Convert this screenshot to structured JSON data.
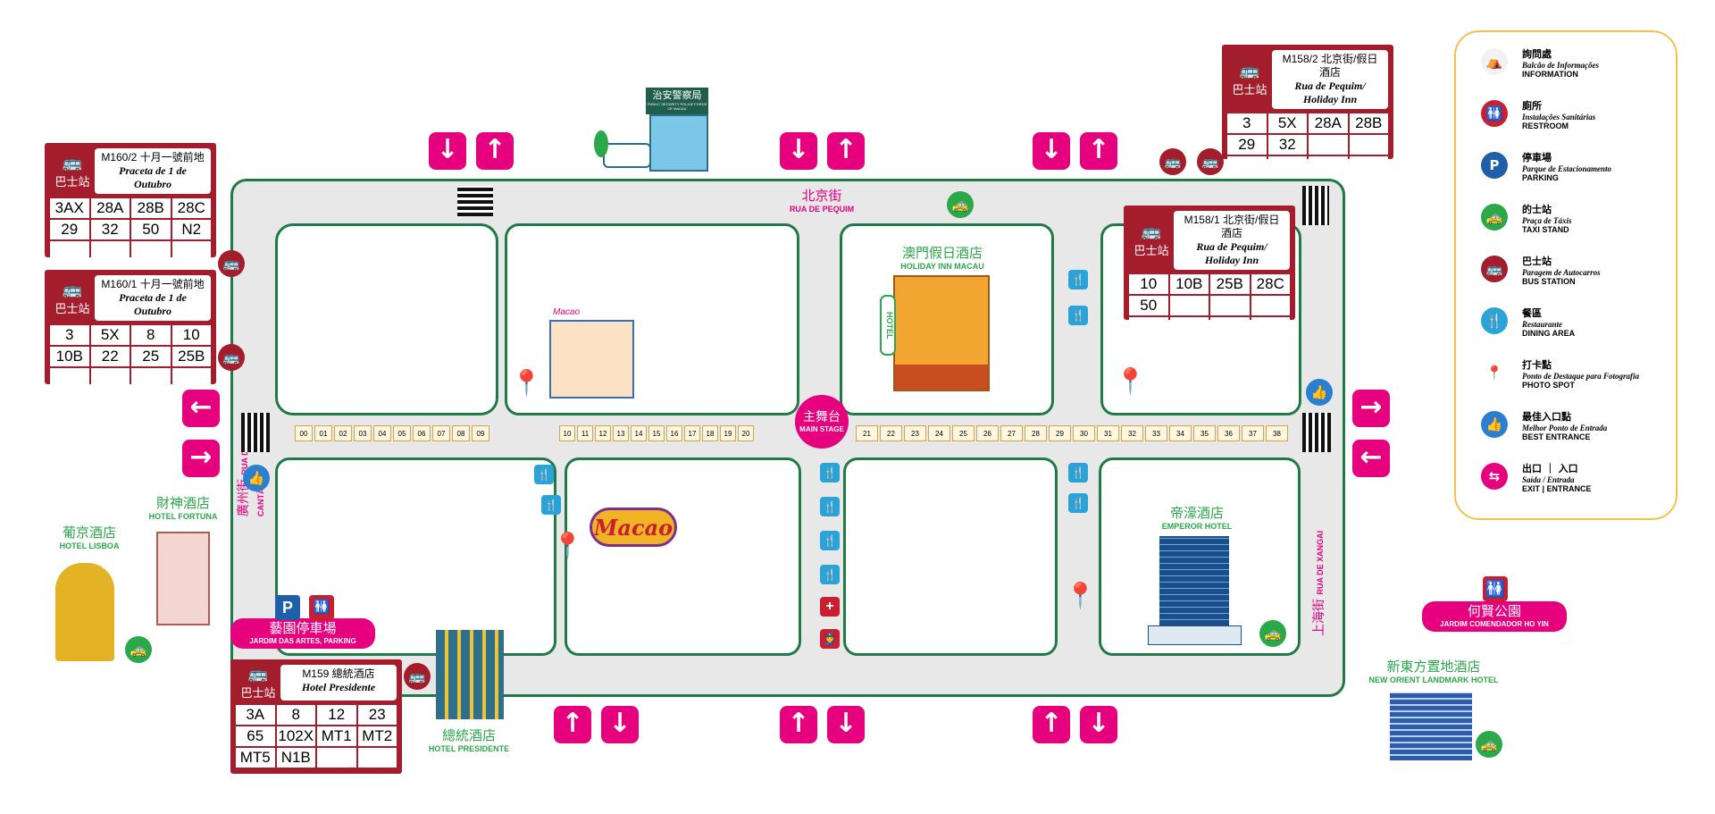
{
  "streets": {
    "north": {
      "cn": "北京街",
      "pt": "RUA DE PEQUIM"
    },
    "west": {
      "cn": "廣州街",
      "pt": "RUA DE CANTÃO"
    },
    "east": {
      "cn": "上海街",
      "pt": "RUA DE XANGAI"
    }
  },
  "landmarks": {
    "police": {
      "cn": "治安警察局",
      "en": "PUBLIC SECURITY POLICE FORCE OF MACAU"
    },
    "holiday_inn": {
      "cn": "澳門假日酒店",
      "en": "HOLIDAY INN MACAU",
      "sign": "HOTEL"
    },
    "emperor": {
      "cn": "帝濠酒店",
      "en": "EMPEROR HOTEL"
    },
    "lisboa": {
      "cn": "葡京酒店",
      "en": "HOTEL LISBOA"
    },
    "fortuna": {
      "cn": "財神酒店",
      "en": "HOTEL FORTUNA"
    },
    "presidente": {
      "cn": "總統酒店",
      "en": "HOTEL PRESIDENTE"
    },
    "new_orient": {
      "cn": "新東方置地酒店",
      "en": "NEW ORIENT LANDMARK HOTEL"
    },
    "ho_yin": {
      "cn": "何賢公園",
      "en": "JARDIM COMENDADOR HO YIN"
    },
    "parking": {
      "cn": "藝園停車場",
      "en": "JARDIM DAS ARTES, PARKING"
    },
    "main_stage": {
      "cn": "主舞台",
      "en": "MAIN STAGE"
    },
    "macao_sign": "Macao",
    "macao_sign_small": "Macao"
  },
  "bus_stops": {
    "label": "巴士站",
    "m160_2": {
      "code": "M160/2 十月一號前地",
      "pt": "Praceta de 1 de Outubro",
      "routes": [
        "3AX",
        "28A",
        "28B",
        "28C",
        "29",
        "32",
        "50",
        "N2",
        "",
        "",
        "",
        ""
      ]
    },
    "m160_1": {
      "code": "M160/1 十月一號前地",
      "pt": "Praceta de 1 de Outubro",
      "routes": [
        "3",
        "5X",
        "8",
        "10",
        "10B",
        "22",
        "25",
        "25B",
        "",
        "",
        "",
        ""
      ]
    },
    "m158_2": {
      "code": "M158/2 北京街/假日酒店",
      "pt": "Rua de Pequim/ Holiday Inn",
      "routes": [
        "3",
        "5X",
        "28A",
        "28B",
        "29",
        "32",
        "",
        "",
        "",
        "",
        "",
        ""
      ]
    },
    "m158_1": {
      "code": "M158/1 北京街/假日酒店",
      "pt": "Rua de Pequim/ Holiday Inn",
      "routes": [
        "10",
        "10B",
        "25B",
        "28C",
        "50",
        "",
        "",
        "",
        "",
        "",
        "",
        ""
      ]
    },
    "m159": {
      "code": "M159 總統酒店",
      "pt": "Hotel Presidente",
      "routes": [
        "3A",
        "8",
        "12",
        "23",
        "65",
        "102X",
        "MT1",
        "MT2",
        "MT5",
        "N1B",
        "",
        ""
      ]
    }
  },
  "stalls_left": [
    "00",
    "01",
    "02",
    "03",
    "04",
    "05",
    "06",
    "07",
    "08",
    "09"
  ],
  "stalls_mid": [
    "10",
    "11",
    "12",
    "13",
    "14",
    "15",
    "16",
    "17",
    "18",
    "19",
    "20"
  ],
  "stalls_right": [
    "21",
    "22",
    "23",
    "24",
    "25",
    "26",
    "27",
    "28",
    "29",
    "30",
    "31",
    "32",
    "33",
    "34",
    "35",
    "36",
    "37",
    "38"
  ],
  "legend": [
    {
      "icon": "info-booth-icon",
      "cn": "詢問處",
      "pt": "Balcão de Informações",
      "en": "INFORMATION"
    },
    {
      "icon": "restroom-icon",
      "cn": "廁所",
      "pt": "Instalações Sanitárias",
      "en": "RESTROOM"
    },
    {
      "icon": "parking-icon",
      "cn": "停車場",
      "pt": "Parque de Estacionamento",
      "en": "PARKING"
    },
    {
      "icon": "taxi-stand-icon",
      "cn": "的士站",
      "pt": "Praça de Táxis",
      "en": "TAXI STAND"
    },
    {
      "icon": "bus-station-icon",
      "cn": "巴士站",
      "pt": "Paragem de Autocarros",
      "en": "BUS STATION"
    },
    {
      "icon": "dining-area-icon",
      "cn": "餐區",
      "pt": "Restaurante",
      "en": "DINING AREA"
    },
    {
      "icon": "photo-spot-icon",
      "cn": "打卡點",
      "pt": "Ponto de Destaque para Fotografia",
      "en": "PHOTO SPOT"
    },
    {
      "icon": "best-entrance-icon",
      "cn": "最佳入口點",
      "pt": "Melhor Ponto de Entrada",
      "en": "BEST ENTRANCE"
    },
    {
      "icon": "exit-entrance-icon",
      "cn": "出口 ｜ 入口",
      "pt": "Saída / Entrada",
      "en": "EXIT | ENTRANCE"
    }
  ],
  "colors": {
    "road_border": "#1f7a45",
    "accent": "#e6007e",
    "bus_board": "#a31d2c",
    "legend_border": "#f2c14e",
    "label_green": "#2ba84a"
  }
}
